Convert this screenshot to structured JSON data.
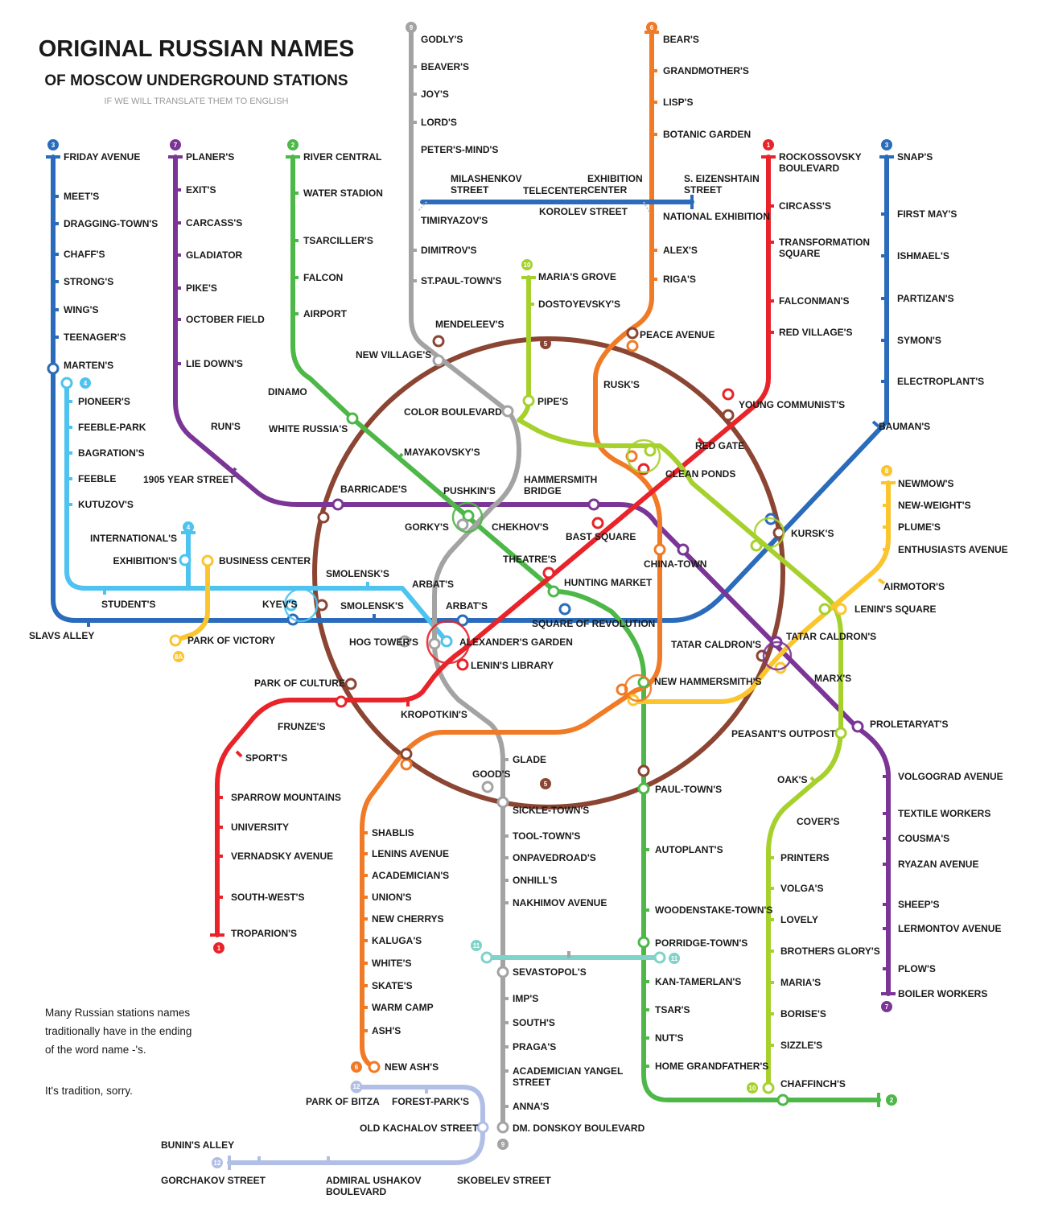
{
  "title": "ORIGINAL RUSSIAN NAMES",
  "subtitle": "OF MOSCOW UNDERGROUND STATIONS",
  "tagline": "IF WE WILL TRANSLATE THEM TO ENGLISH",
  "note": [
    "Many Russian stations names",
    "traditionally have in the ending",
    "of the word name -'s.",
    "It's tradition, sorry."
  ],
  "lines": {
    "l1": {
      "number": "1",
      "color": "#e8242a"
    },
    "l2": {
      "number": "2",
      "color": "#4db848"
    },
    "l3": {
      "number": "3",
      "color": "#2a6cbb"
    },
    "l4": {
      "number": "4",
      "color": "#4ec3ef"
    },
    "l5": {
      "number": "5",
      "color": "#8b4532"
    },
    "l6": {
      "number": "6",
      "color": "#f07a26"
    },
    "l7": {
      "number": "7",
      "color": "#7b3596"
    },
    "l8": {
      "number": "8",
      "color": "#fbc52e"
    },
    "l8a": {
      "number": "8A",
      "color": "#fbc52e"
    },
    "l9": {
      "number": "9",
      "color": "#a3a3a3"
    },
    "l10": {
      "number": "10",
      "color": "#a6d12d"
    },
    "l11": {
      "number": "11",
      "color": "#7fd3c8"
    },
    "l12": {
      "number": "12",
      "color": "#b1bfe6"
    }
  },
  "stations": [
    {
      "id": "friday-avenue",
      "label": "FRIDAY AVENUE"
    },
    {
      "id": "meets",
      "label": "MEET'S"
    },
    {
      "id": "dragging-town",
      "label": "DRAGGING-TOWN'S"
    },
    {
      "id": "chaffs",
      "label": "CHAFF'S"
    },
    {
      "id": "strongs",
      "label": "STRONG'S"
    },
    {
      "id": "wings",
      "label": "WING'S"
    },
    {
      "id": "teenagers",
      "label": "TEENAGER'S"
    },
    {
      "id": "martens",
      "label": "MARTEN'S"
    },
    {
      "id": "pioneers",
      "label": "PIONEER'S"
    },
    {
      "id": "feeble-park",
      "label": "FEEBLE-PARK"
    },
    {
      "id": "bagrations",
      "label": "BAGRATION'S"
    },
    {
      "id": "feeble",
      "label": "FEEBLE"
    },
    {
      "id": "kutuzovs",
      "label": "KUTUZOV'S"
    },
    {
      "id": "internationals",
      "label": "INTERNATIONAL'S"
    },
    {
      "id": "exhibitions",
      "label": "EXHIBITION'S"
    },
    {
      "id": "business-center",
      "label": "BUSINESS CENTER"
    },
    {
      "id": "students",
      "label": "STUDENT'S"
    },
    {
      "id": "slavs-alley",
      "label": "SLAVS ALLEY"
    },
    {
      "id": "park-of-victory",
      "label": "PARK OF VICTORY"
    },
    {
      "id": "planers",
      "label": "PLANER'S"
    },
    {
      "id": "exits",
      "label": "EXIT'S"
    },
    {
      "id": "carcass",
      "label": "CARCASS'S"
    },
    {
      "id": "gladiator",
      "label": "GLADIATOR"
    },
    {
      "id": "pikes",
      "label": "PIKE'S"
    },
    {
      "id": "october-field",
      "label": "OCTOBER FIELD"
    },
    {
      "id": "lie-downs",
      "label": "LIE DOWN'S"
    },
    {
      "id": "runs",
      "label": "RUN'S"
    },
    {
      "id": "year-1905",
      "label": "1905 YEAR STREET"
    },
    {
      "id": "river-central",
      "label": "RIVER CENTRAL"
    },
    {
      "id": "water-stadion",
      "label": "WATER STADION"
    },
    {
      "id": "tsarcillers",
      "label": "TSARCILLER'S"
    },
    {
      "id": "falcon",
      "label": "FALCON"
    },
    {
      "id": "airport",
      "label": "AIRPORT"
    },
    {
      "id": "dinamo",
      "label": "DINAMO"
    },
    {
      "id": "white-russias",
      "label": "WHITE RUSSIA'S"
    },
    {
      "id": "godlys",
      "label": "GODLY'S"
    },
    {
      "id": "beavers",
      "label": "BEAVER'S"
    },
    {
      "id": "joys",
      "label": "JOY'S"
    },
    {
      "id": "lords",
      "label": "LORD'S"
    },
    {
      "id": "peters-mind",
      "label": "PETER'S-MIND'S"
    },
    {
      "id": "timiryazovs",
      "label": "TIMIRYAZOV'S"
    },
    {
      "id": "dimitrovs",
      "label": "DIMITROV'S"
    },
    {
      "id": "st-paul-town",
      "label": "ST.PAUL-TOWN'S"
    },
    {
      "id": "mendeleevs",
      "label": "MENDELEEV'S"
    },
    {
      "id": "new-villages",
      "label": "NEW VILLAGE'S"
    },
    {
      "id": "color-boulevard",
      "label": "COLOR BOULEVARD"
    },
    {
      "id": "milashenkov",
      "label": "MILASHENKOV\nSTREET"
    },
    {
      "id": "telecenter",
      "label": "TELECENTER"
    },
    {
      "id": "exhibition-center",
      "label": "EXHIBITION\nCENTER"
    },
    {
      "id": "eizenshtain",
      "label": "S. EIZENSHTAIN\nSTREET"
    },
    {
      "id": "korolev",
      "label": "KOROLEV STREET"
    },
    {
      "id": "bears",
      "label": "BEAR'S"
    },
    {
      "id": "grandmothers",
      "label": "GRANDMOTHER'S"
    },
    {
      "id": "lisps",
      "label": "LISP'S"
    },
    {
      "id": "botanic-garden",
      "label": "BOTANIC GARDEN"
    },
    {
      "id": "national-exhibition",
      "label": "NATIONAL EXHIBITION"
    },
    {
      "id": "alexs",
      "label": "ALEX'S"
    },
    {
      "id": "rigas",
      "label": "RIGA'S"
    },
    {
      "id": "peace-avenue",
      "label": "PEACE AVENUE"
    },
    {
      "id": "rusks",
      "label": "RUSK'S"
    },
    {
      "id": "rokossovsky",
      "label": "ROCKOSSOVSKY\nBOULEVARD"
    },
    {
      "id": "circass",
      "label": "CIRCASS'S"
    },
    {
      "id": "transformation",
      "label": "TRANSFORMATION\nSQUARE"
    },
    {
      "id": "falconmans",
      "label": "FALCONMAN'S"
    },
    {
      "id": "red-villages",
      "label": "RED VILLAGE'S"
    },
    {
      "id": "young-communists",
      "label": "YOUNG COMMUNIST'S"
    },
    {
      "id": "red-gate",
      "label": "RED GATE"
    },
    {
      "id": "clean-ponds",
      "label": "CLEAN PONDS"
    },
    {
      "id": "snaps",
      "label": "SNAP'S"
    },
    {
      "id": "first-mays",
      "label": "FIRST MAY'S"
    },
    {
      "id": "ishmaels",
      "label": "ISHMAEL'S"
    },
    {
      "id": "partizans",
      "label": "PARTIZAN'S"
    },
    {
      "id": "symons",
      "label": "SYMON'S"
    },
    {
      "id": "electroplants",
      "label": "ELECTROPLANT'S"
    },
    {
      "id": "baumans",
      "label": "BAUMAN'S"
    },
    {
      "id": "kursks",
      "label": "KURSK'S"
    },
    {
      "id": "newmows",
      "label": "NEWMOW'S"
    },
    {
      "id": "new-weights",
      "label": "NEW-WEIGHT'S"
    },
    {
      "id": "plumes",
      "label": "PLUME'S"
    },
    {
      "id": "enthusiasts",
      "label": "ENTHUSIASTS AVENUE"
    },
    {
      "id": "airmotors",
      "label": "AIRMOTOR'S"
    },
    {
      "id": "lenins-square",
      "label": "LENIN'S SQUARE"
    },
    {
      "id": "marias-grove",
      "label": "MARIA'S GROVE"
    },
    {
      "id": "dostoyevskys",
      "label": "DOSTOYEVSKY'S"
    },
    {
      "id": "pipes",
      "label": "PIPE'S"
    },
    {
      "id": "barricades",
      "label": "BARRICADE'S"
    },
    {
      "id": "pushkins",
      "label": "PUSHKIN'S"
    },
    {
      "id": "hammersmith-bridge",
      "label": "HAMMERSMITH\nBRIDGE"
    },
    {
      "id": "mayakovskys",
      "label": "MAYAKOVSKY'S"
    },
    {
      "id": "gorkys",
      "label": "GORKY'S"
    },
    {
      "id": "chekhovs",
      "label": "CHEKHOV'S"
    },
    {
      "id": "bast-square",
      "label": "BAST SQUARE"
    },
    {
      "id": "china-town",
      "label": "CHINA-TOWN"
    },
    {
      "id": "theatres",
      "label": "THEATRE'S"
    },
    {
      "id": "hunting-market",
      "label": "HUNTING MARKET"
    },
    {
      "id": "smolensks-blue",
      "label": "SMOLENSK'S"
    },
    {
      "id": "smolensks",
      "label": "SMOLENSK'S"
    },
    {
      "id": "arbats-light",
      "label": "ARBAT'S"
    },
    {
      "id": "arbats",
      "label": "ARBAT'S"
    },
    {
      "id": "kyevs",
      "label": "KYEV'S"
    },
    {
      "id": "square-of-revolution",
      "label": "SQUARE OF REVOLUTION"
    },
    {
      "id": "hog-towers",
      "label": "HOG TOWER'S"
    },
    {
      "id": "alexanders-garden",
      "label": "ALEXANDER'S GARDEN"
    },
    {
      "id": "lenins-library",
      "label": "LENIN'S LIBRARY"
    },
    {
      "id": "tatar-caldron-1",
      "label": "TATAR CALDRON'S"
    },
    {
      "id": "tatar-caldron-2",
      "label": "TATAR CALDRON'S"
    },
    {
      "id": "marxs",
      "label": "MARX'S"
    },
    {
      "id": "new-hammersmiths",
      "label": "NEW HAMMERSMITH'S"
    },
    {
      "id": "park-of-culture",
      "label": "PARK OF CULTURE"
    },
    {
      "id": "kropotkins",
      "label": "KROPOTKIN'S"
    },
    {
      "id": "frunzes",
      "label": "FRUNZE'S"
    },
    {
      "id": "sports",
      "label": "SPORT'S"
    },
    {
      "id": "sparrow-mountains",
      "label": "SPARROW MOUNTAINS"
    },
    {
      "id": "university",
      "label": "UNIVERSITY"
    },
    {
      "id": "vernadsky",
      "label": "VERNADSKY AVENUE"
    },
    {
      "id": "south-wests",
      "label": "SOUTH-WEST'S"
    },
    {
      "id": "troparions",
      "label": "TROPARION'S"
    },
    {
      "id": "proletaryats",
      "label": "PROLETARYAT'S"
    },
    {
      "id": "peasants-outpost",
      "label": "PEASANT'S OUTPOST"
    },
    {
      "id": "oaks",
      "label": "OAK'S"
    },
    {
      "id": "covers",
      "label": "COVER'S"
    },
    {
      "id": "volgograd",
      "label": "VOLGOGRAD AVENUE"
    },
    {
      "id": "textile-workers",
      "label": "TEXTILE WORKERS"
    },
    {
      "id": "cousmas",
      "label": "COUSMA'S"
    },
    {
      "id": "ryazan",
      "label": "RYAZAN AVENUE"
    },
    {
      "id": "sheeps",
      "label": "SHEEP'S"
    },
    {
      "id": "lermontov",
      "label": "LERMONTOV AVENUE"
    },
    {
      "id": "plows",
      "label": "PLOW'S"
    },
    {
      "id": "boiler-workers",
      "label": "BOILER WORKERS"
    },
    {
      "id": "glade",
      "label": "GLADE"
    },
    {
      "id": "goods",
      "label": "GOOD'S"
    },
    {
      "id": "sickle-town",
      "label": "SICKLE-TOWN'S"
    },
    {
      "id": "tool-town",
      "label": "TOOL-TOWN'S"
    },
    {
      "id": "onpavedroads",
      "label": "ONPAVEDROAD'S"
    },
    {
      "id": "onhills",
      "label": "ONHILL'S"
    },
    {
      "id": "nakhimov",
      "label": "NAKHIMOV AVENUE"
    },
    {
      "id": "sevastopols",
      "label": "SEVASTOPOL'S"
    },
    {
      "id": "imps",
      "label": "IMP'S"
    },
    {
      "id": "souths",
      "label": "SOUTH'S"
    },
    {
      "id": "pragas",
      "label": "PRAGA'S"
    },
    {
      "id": "academician-yangel",
      "label": "ACADEMICIAN YANGEL\nSTREET"
    },
    {
      "id": "annas",
      "label": "ANNA'S"
    },
    {
      "id": "dm-donskoy",
      "label": "DM. DONSKOY BOULEVARD"
    },
    {
      "id": "paul-towns",
      "label": "PAUL-TOWN'S"
    },
    {
      "id": "autoplants",
      "label": "AUTOPLANT'S"
    },
    {
      "id": "woodenstake-towns",
      "label": "WOODENSTAKE-TOWN'S"
    },
    {
      "id": "porridge-towns",
      "label": "PORRIDGE-TOWN'S"
    },
    {
      "id": "kan-tamerlans",
      "label": "KAN-TAMERLAN'S"
    },
    {
      "id": "tsars",
      "label": "TSAR'S"
    },
    {
      "id": "nuts",
      "label": "NUT'S"
    },
    {
      "id": "home-grandfathers",
      "label": "HOME GRANDFATHER'S"
    },
    {
      "id": "shablis",
      "label": "SHABLIS"
    },
    {
      "id": "lenins-avenue",
      "label": "LENINS AVENUE"
    },
    {
      "id": "academicians",
      "label": "ACADEMICIAN'S"
    },
    {
      "id": "unions",
      "label": "UNION'S"
    },
    {
      "id": "new-cherrys",
      "label": "NEW CHERRYS"
    },
    {
      "id": "kalugas",
      "label": "KALUGA'S"
    },
    {
      "id": "whites",
      "label": "WHITE'S"
    },
    {
      "id": "skates",
      "label": "SKATE'S"
    },
    {
      "id": "warm-camp",
      "label": "WARM CAMP"
    },
    {
      "id": "ashs",
      "label": "ASH'S"
    },
    {
      "id": "new-ashs",
      "label": "NEW ASH'S"
    },
    {
      "id": "printers",
      "label": "PRINTERS"
    },
    {
      "id": "volgas",
      "label": "VOLGA'S"
    },
    {
      "id": "lovely",
      "label": "LOVELY"
    },
    {
      "id": "brothers-glory",
      "label": "BROTHERS GLORY'S"
    },
    {
      "id": "marias",
      "label": "MARIA'S"
    },
    {
      "id": "borises",
      "label": "BORISE'S"
    },
    {
      "id": "sizzles",
      "label": "SIZZLE'S"
    },
    {
      "id": "chaffinchs",
      "label": "CHAFFINCH'S"
    },
    {
      "id": "park-of-bitza",
      "label": "PARK OF BITZA"
    },
    {
      "id": "forest-parks",
      "label": "FOREST-PARK'S"
    },
    {
      "id": "old-kachalov",
      "label": "OLD KACHALOV STREET"
    },
    {
      "id": "bunins-alley",
      "label": "BUNIN'S ALLEY"
    },
    {
      "id": "gorchakov",
      "label": "GORCHAKOV STREET"
    },
    {
      "id": "admiral-ushakov",
      "label": "ADMIRAL USHAKOV\nBOULEVARD"
    },
    {
      "id": "skobelev",
      "label": "SKOBELEV STREET"
    }
  ]
}
